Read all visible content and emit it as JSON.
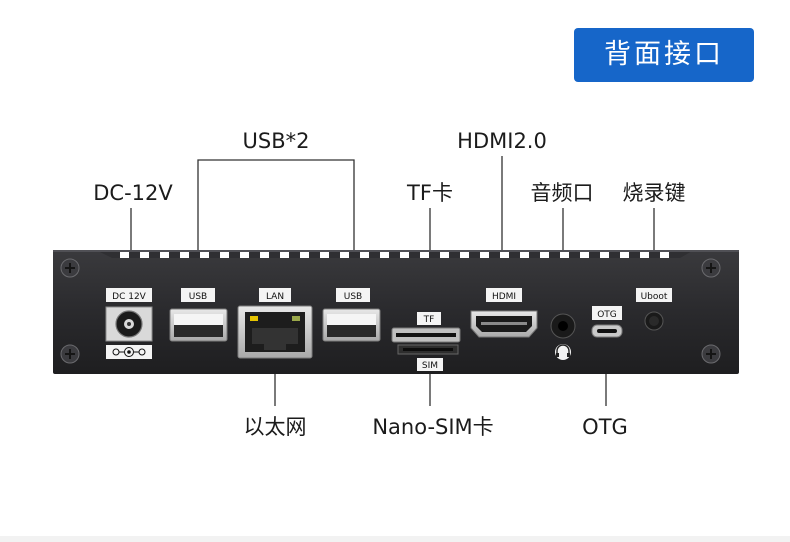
{
  "header": {
    "title": "背面接口"
  },
  "callouts": {
    "dc": "DC-12V",
    "usb": "USB*2",
    "tf": "TF卡",
    "hdmi": "HDMI2.0",
    "audio": "音频口",
    "burn": "烧录键",
    "lan": "以太网",
    "sim": "Nano-SIM卡",
    "otg": "OTG"
  },
  "panel_labels": {
    "dc": "DC 12V",
    "usb_left": "USB",
    "lan": "LAN",
    "usb_right": "USB",
    "tf": "TF",
    "sim": "SIM",
    "hdmi": "HDMI",
    "otg": "OTG",
    "uboot": "Uboot"
  },
  "colors": {
    "badge": "#1666c9",
    "chassis": "#2b2b2e",
    "leader": "#333333",
    "port_metal": "#c9c9c9"
  }
}
